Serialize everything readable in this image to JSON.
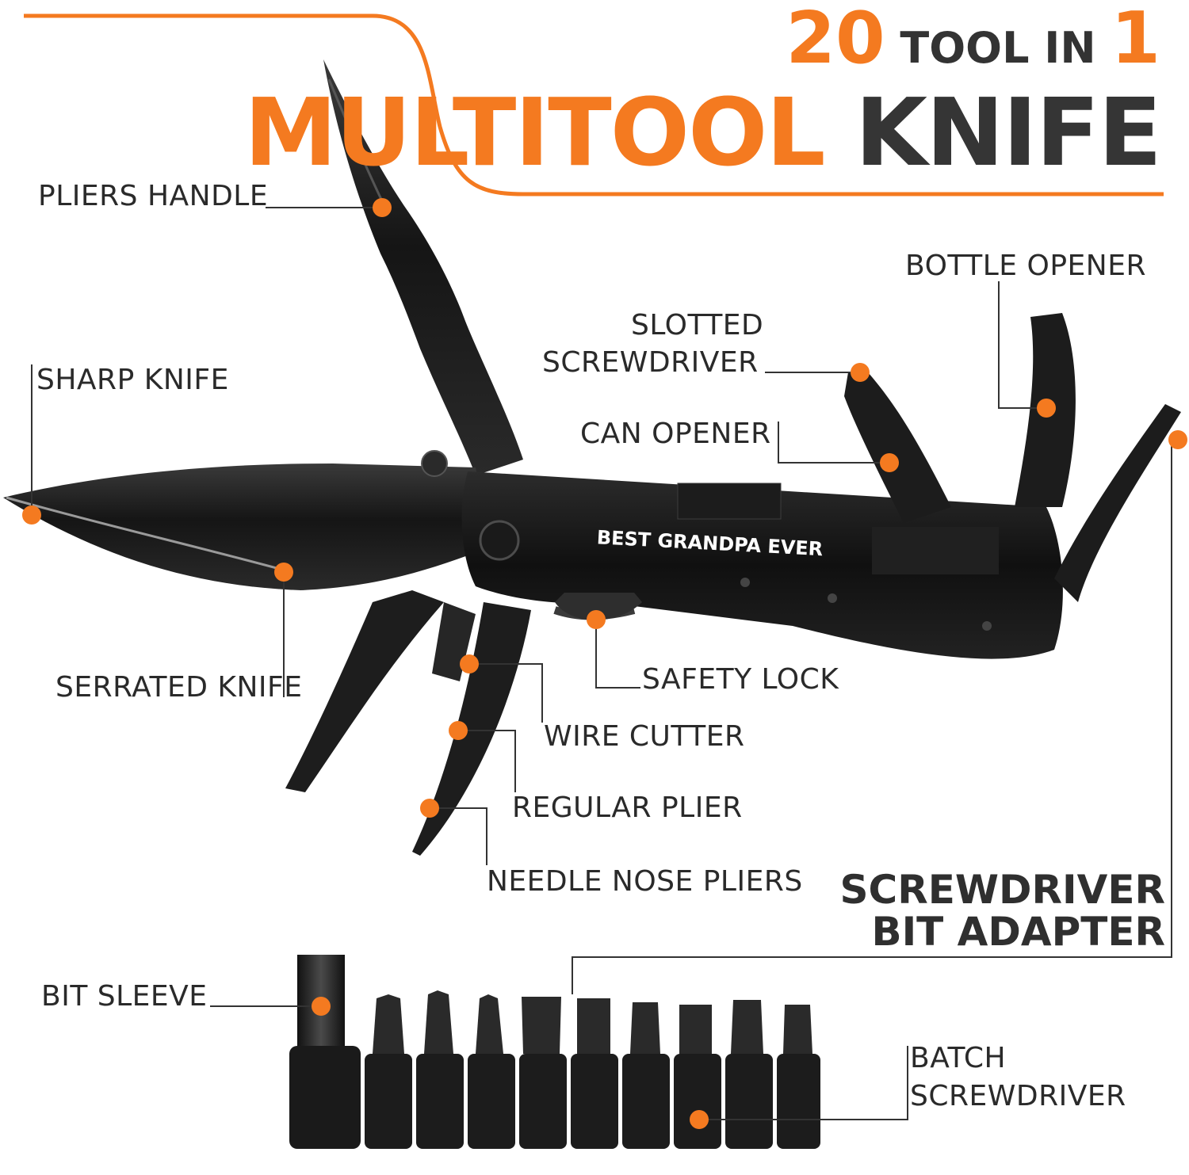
{
  "colors": {
    "accent": "#f47a20",
    "text": "#2f2f2f",
    "tool": "#1b1b1b"
  },
  "title": {
    "count": "20",
    "middle": " TOOL IN ",
    "one": "1",
    "line2_orange": "MULTITOOL",
    "line2_dark": " KNIFE"
  },
  "engraving": "BEST GRANDPA EVER",
  "labels": {
    "pliers_handle": "PLIERS HANDLE",
    "sharp_knife": "SHARP KNIFE",
    "serrated_knife": "SERRATED KNIFE",
    "wire_cutter": "WIRE CUTTER",
    "regular_plier": "REGULAR PLIER",
    "needle_nose_pliers": "NEEDLE NOSE PLIERS",
    "safety_lock": "SAFETY LOCK",
    "bottle_opener": "BOTTLE OPENER",
    "slotted_screwdriver_1": "SLOTTED",
    "slotted_screwdriver_2": "SCREWDRIVER",
    "can_opener": "CAN OPENER",
    "bit_adapter_1": "SCREWDRIVER",
    "bit_adapter_2": "BIT ADAPTER",
    "bit_sleeve": "BIT SLEEVE",
    "batch_screwdriver_1": "BATCH",
    "batch_screwdriver_2": "SCREWDRIVER"
  },
  "product_icons": [
    "multitool-knife",
    "screwdriver-bit-set"
  ]
}
